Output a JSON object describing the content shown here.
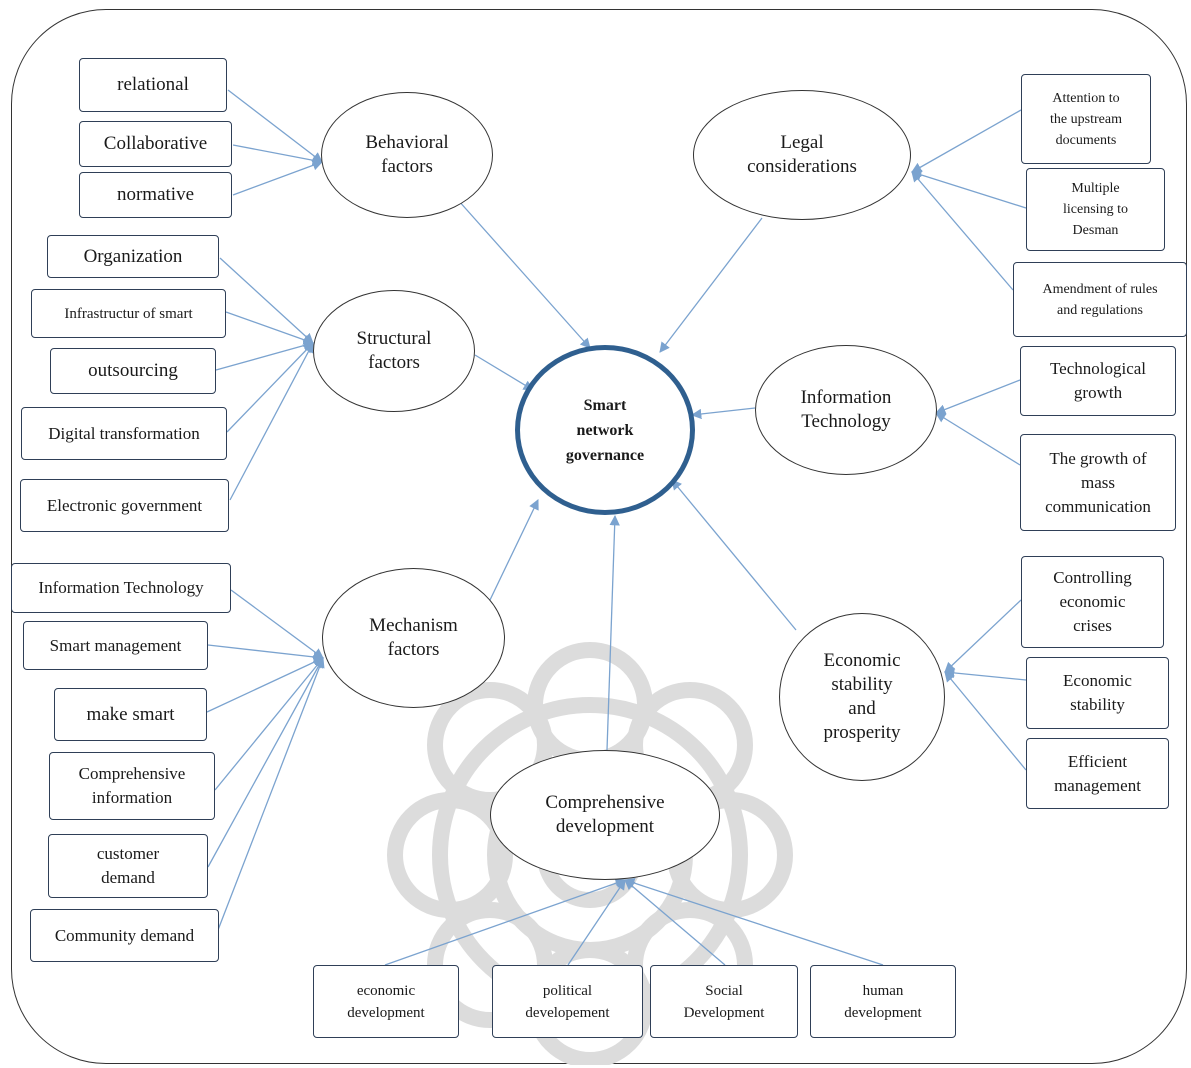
{
  "center": {
    "text": "Smart\nnetwork\ngovernance"
  },
  "factors": {
    "behavioral": "Behavioral\nfactors",
    "legal": "Legal\nconsiderations",
    "structural": "Structural\nfactors",
    "it": "Information\nTechnology",
    "mechanism": "Mechanism\nfactors",
    "economic": "Economic\nstability\nand\nprosperity",
    "comprehensive": "Comprehensive\ndevelopment"
  },
  "items": {
    "relational": "relational",
    "collaborative": "Collaborative",
    "normative": "normative",
    "organization": "Organization",
    "infrastructure": "Infrastructur of smart",
    "outsourcing": "outsourcing",
    "digital": "Digital transformation",
    "egov": "Electronic government",
    "info_tech": "Information Technology",
    "smart_mgmt": "Smart management",
    "make_smart": "make smart",
    "comp_info": "Comprehensive\ninformation",
    "customer": "customer\ndemand",
    "community": "Community demand",
    "upstream": "Attention to\nthe upstream\ndocuments",
    "licensing": "Multiple\nlicensing to\nDesman",
    "amendment": "Amendment of rules\nand regulations",
    "tech_growth": "Technological\ngrowth",
    "mass_comm": "The growth of\nmass\ncommunication",
    "crises": "Controlling\neconomic\ncrises",
    "econ_stab": "Economic\nstability",
    "efficient": "Efficient\nmanagement",
    "econ_dev": "economic\ndevelopment",
    "pol_dev": "political\ndevelopement",
    "soc_dev": "Social\nDevelopment",
    "hum_dev": "human\ndevelopment"
  },
  "colors": {
    "arrow": "#7ba3cf",
    "center_border": "#2f5f8f",
    "watermark": "#d9d9d9"
  }
}
